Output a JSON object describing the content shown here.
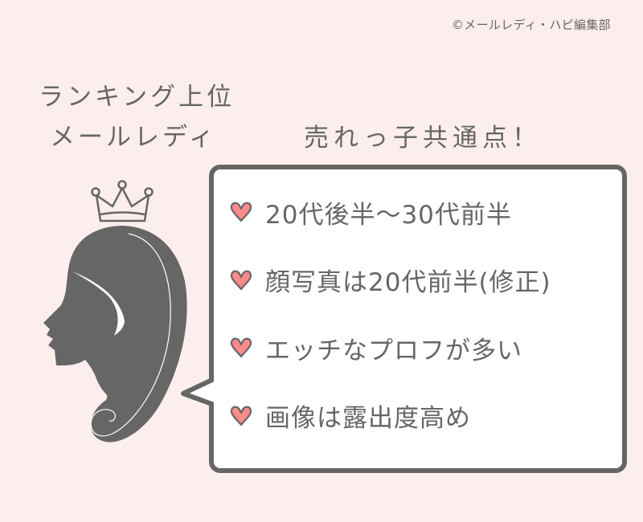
{
  "copyright": "©メールレディ・ハピ編集部",
  "ranking_title": {
    "line1": "ランキング上位",
    "line2": "メールレディ"
  },
  "common_title": "売れっ子共通点！",
  "bubble": {
    "points": [
      {
        "icon": "heart-icon",
        "text": "20代後半〜30代前半"
      },
      {
        "icon": "heart-icon",
        "text": "顔写真は20代前半(修正)"
      },
      {
        "icon": "heart-icon",
        "text": "エッチなプロフが多い"
      },
      {
        "icon": "heart-icon",
        "text": "画像は露出度高め"
      }
    ]
  },
  "colors": {
    "background": "#fdeeee",
    "text": "#666666",
    "bubble_border": "#666666",
    "bubble_fill": "#ffffff",
    "heart_fill": "#ff8a8a",
    "silhouette": "#666666"
  }
}
